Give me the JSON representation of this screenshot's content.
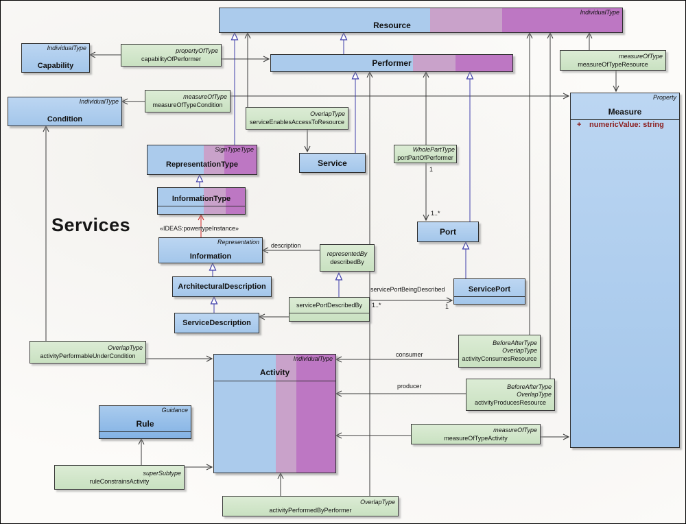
{
  "title": "Services",
  "nodes": {
    "capability": {
      "stereotype": "IndividualType",
      "name": "Capability"
    },
    "condition": {
      "stereotype": "IndividualType",
      "name": "Condition"
    },
    "resource": {
      "stereotype": "IndividualType",
      "name": "Resource"
    },
    "performer": {
      "name": "Performer"
    },
    "representation_type": {
      "stereotype": "SignTypeType",
      "name": "RepresentationType"
    },
    "information_type": {
      "name": "InformationType"
    },
    "information": {
      "stereotype": "Representation",
      "name": "Information"
    },
    "architectural_description": {
      "name": "ArchitecturalDescription"
    },
    "service_description": {
      "name": "ServiceDescription"
    },
    "service": {
      "name": "Service"
    },
    "port": {
      "name": "Port"
    },
    "service_port": {
      "name": "ServicePort"
    },
    "measure": {
      "stereotype": "Property",
      "name": "Measure",
      "attribute_visibility": "+",
      "attribute": "numericValue: string"
    },
    "rule": {
      "stereotype": "Guidance",
      "name": "Rule"
    },
    "activity": {
      "stereotype": "IndividualType",
      "name": "Activity"
    }
  },
  "relations": {
    "capability_of_performer": {
      "stereotype1": "propertyOfType",
      "name": "capabilityOfPerformer"
    },
    "measure_of_type_condition": {
      "stereotype1": "measureOfType",
      "name": "measureOfTypeCondition"
    },
    "service_enables_access_to_resource": {
      "stereotype1": "OverlapType",
      "name": "serviceEnablesAccessToResource"
    },
    "port_part_of_performer": {
      "stereotype1": "WholePartType",
      "name": "portPartOfPerformer"
    },
    "described_by": {
      "stereotype1": "representedBy",
      "name": "describedBy"
    },
    "service_port_described_by": {
      "name": "servicePortDescribedBy"
    },
    "activity_performable_under_condition": {
      "stereotype1": "OverlapType",
      "name": "activityPerformableUnderCondition"
    },
    "activity_consumes_resource": {
      "stereotype1": "BeforeAfterType",
      "stereotype2": "OverlapType",
      "name": "activityConsumesResource"
    },
    "activity_produces_resource": {
      "stereotype1": "BeforeAfterType",
      "stereotype2": "OverlapType",
      "name": "activityProducesResource"
    },
    "measure_of_type_activity": {
      "stereotype1": "measureOfType",
      "name": "measureOfTypeActivity"
    },
    "measure_of_type_resource": {
      "stereotype1": "measureOfType",
      "name": "measureOfTypeResource"
    },
    "rule_constrains_activity": {
      "stereotype1": "superSubtype",
      "name": "ruleConstrainsActivity"
    },
    "activity_performed_by_performer": {
      "stereotype1": "OverlapType",
      "name": "activityPerformedByPerformer"
    }
  },
  "labels": {
    "powertype_instance": "«IDEAS:powertypeInstance»",
    "description": "description",
    "service_port_being_described": "servicePortBeingDescribed",
    "consumer": "consumer",
    "producer": "producer"
  },
  "multiplicities": {
    "port_part_upper": "1",
    "port_part_lower": "1..*",
    "sp_described_source": "1..*",
    "sp_described_target": "1"
  },
  "colors": {
    "class_fill": "#abcbec",
    "powertype_mid": "#c9a2ca",
    "powertype_right": "#bd77c3",
    "relation_fill": "#d3e7cc",
    "generalization_line": "#3d3daa",
    "association_line": "#3a3a3a",
    "attribute_text": "#8b1d1d",
    "powertype_arrow": "#cc2222"
  }
}
